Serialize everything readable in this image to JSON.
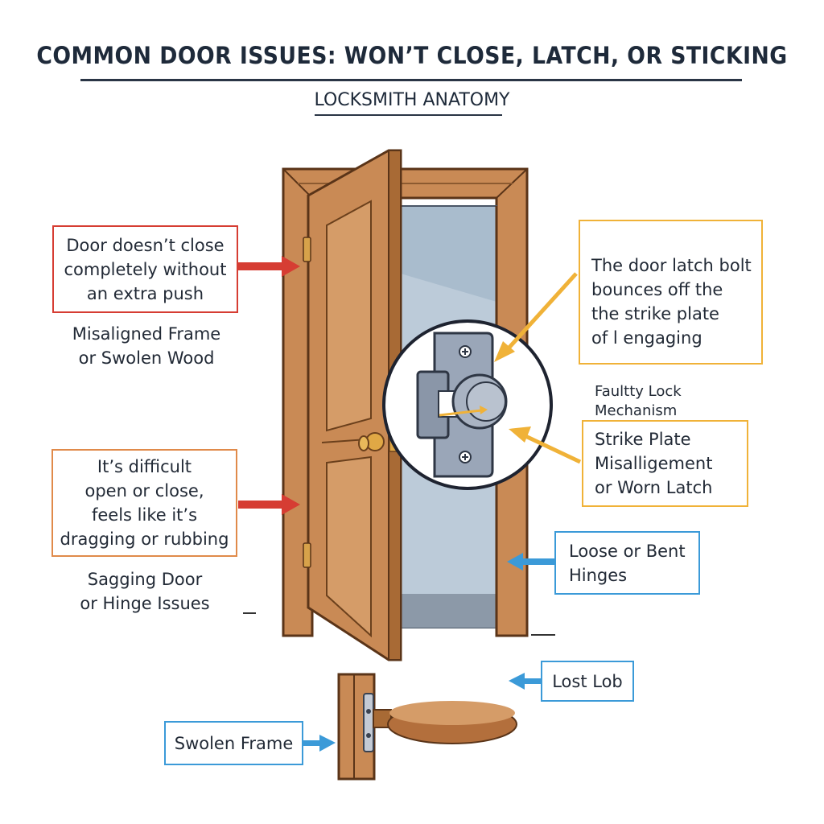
{
  "header": {
    "title": "COMMON DOOR ISSUES: WON’T CLOSE, LATCH, OR STICKING",
    "subtitle": "LOCKSMITH ANATOMY"
  },
  "callouts": {
    "door_close": "Door doesn’t close\ncompletely without\nan extra push",
    "misaligned": "Misaligned Frame\nor Swolen Wood",
    "difficult": "It’s difficult\nopen or close,\nfeels like it’s\ndragging or rubbing",
    "sagging": "Sagging Door\nor Hinge Issues",
    "latch": "The door latch bolt\nbounces off the\nthe strike plate\nof l engaging",
    "lock_mechanism": "Faultty Lock Mechanism",
    "strike": "Strike Plate\nMisalligement\nor Worn Latch",
    "hinges": "Loose or Bent\nHinges",
    "lost_lob": "Lost Lob",
    "swolen_frame": "Swolen Frame"
  },
  "colors": {
    "red_arrow": "#d63d33",
    "orange_box": "#e08a4a",
    "yellow_arrow": "#f0b238",
    "blue_arrow": "#3b9ad8",
    "wood": "#c98a55",
    "wood_dark": "#7a4a22",
    "glass": "#a9bccd",
    "metal": "#9aa6b8"
  },
  "icons": [
    "screw-icon",
    "door-knob-icon",
    "hinge-icon"
  ]
}
